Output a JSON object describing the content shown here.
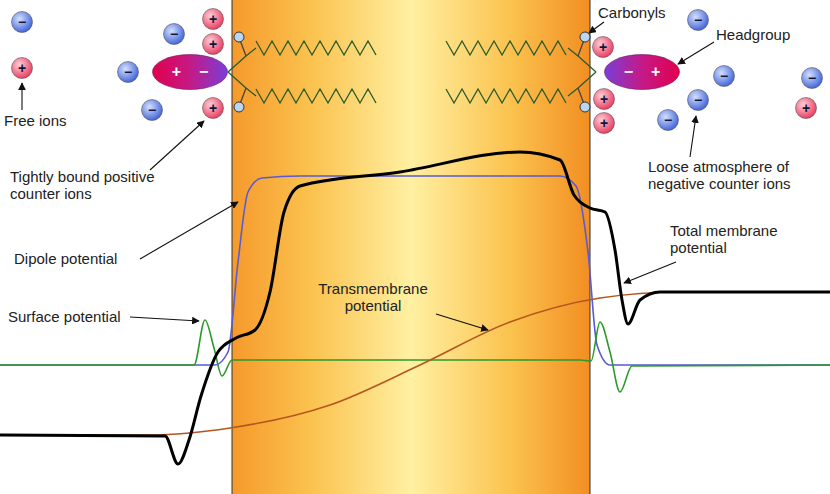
{
  "diagram": {
    "nodes": [
      {
        "text": [
          "−"
        ]
      },
      {
        "text": [
          "+"
        ]
      },
      {
        "text": [
          "+"
        ]
      },
      {
        "text": [
          "−"
        ]
      },
      {
        "text": [
          "+"
        ]
      },
      {
        "text": [
          "−"
        ]
      },
      {
        "text": [
          "+",
          "−"
        ]
      },
      {
        "text": [
          "−"
        ]
      },
      {
        "text": [
          "+"
        ]
      },
      {
        "text": [
          "+"
        ]
      },
      {
        "text": [
          "−"
        ]
      },
      {
        "text": [
          "−",
          "+"
        ]
      },
      {
        "text": [
          "−"
        ]
      },
      {
        "text": [
          "+"
        ]
      },
      {
        "text": [
          "−"
        ]
      },
      {
        "text": [
          "+"
        ]
      },
      {
        "text": [
          "−"
        ]
      },
      {
        "text": [
          "−"
        ]
      },
      {
        "text": [
          "+"
        ]
      }
    ],
    "labels": [
      "Carbonyls",
      "Headgroup",
      "Free ions",
      "Tightly bound positive counter ions",
      "Loose atmosphere of negative counter ions",
      "Dipole potential",
      "Total membrane potential",
      "Surface potential",
      "Transmembrane potential"
    ]
  }
}
